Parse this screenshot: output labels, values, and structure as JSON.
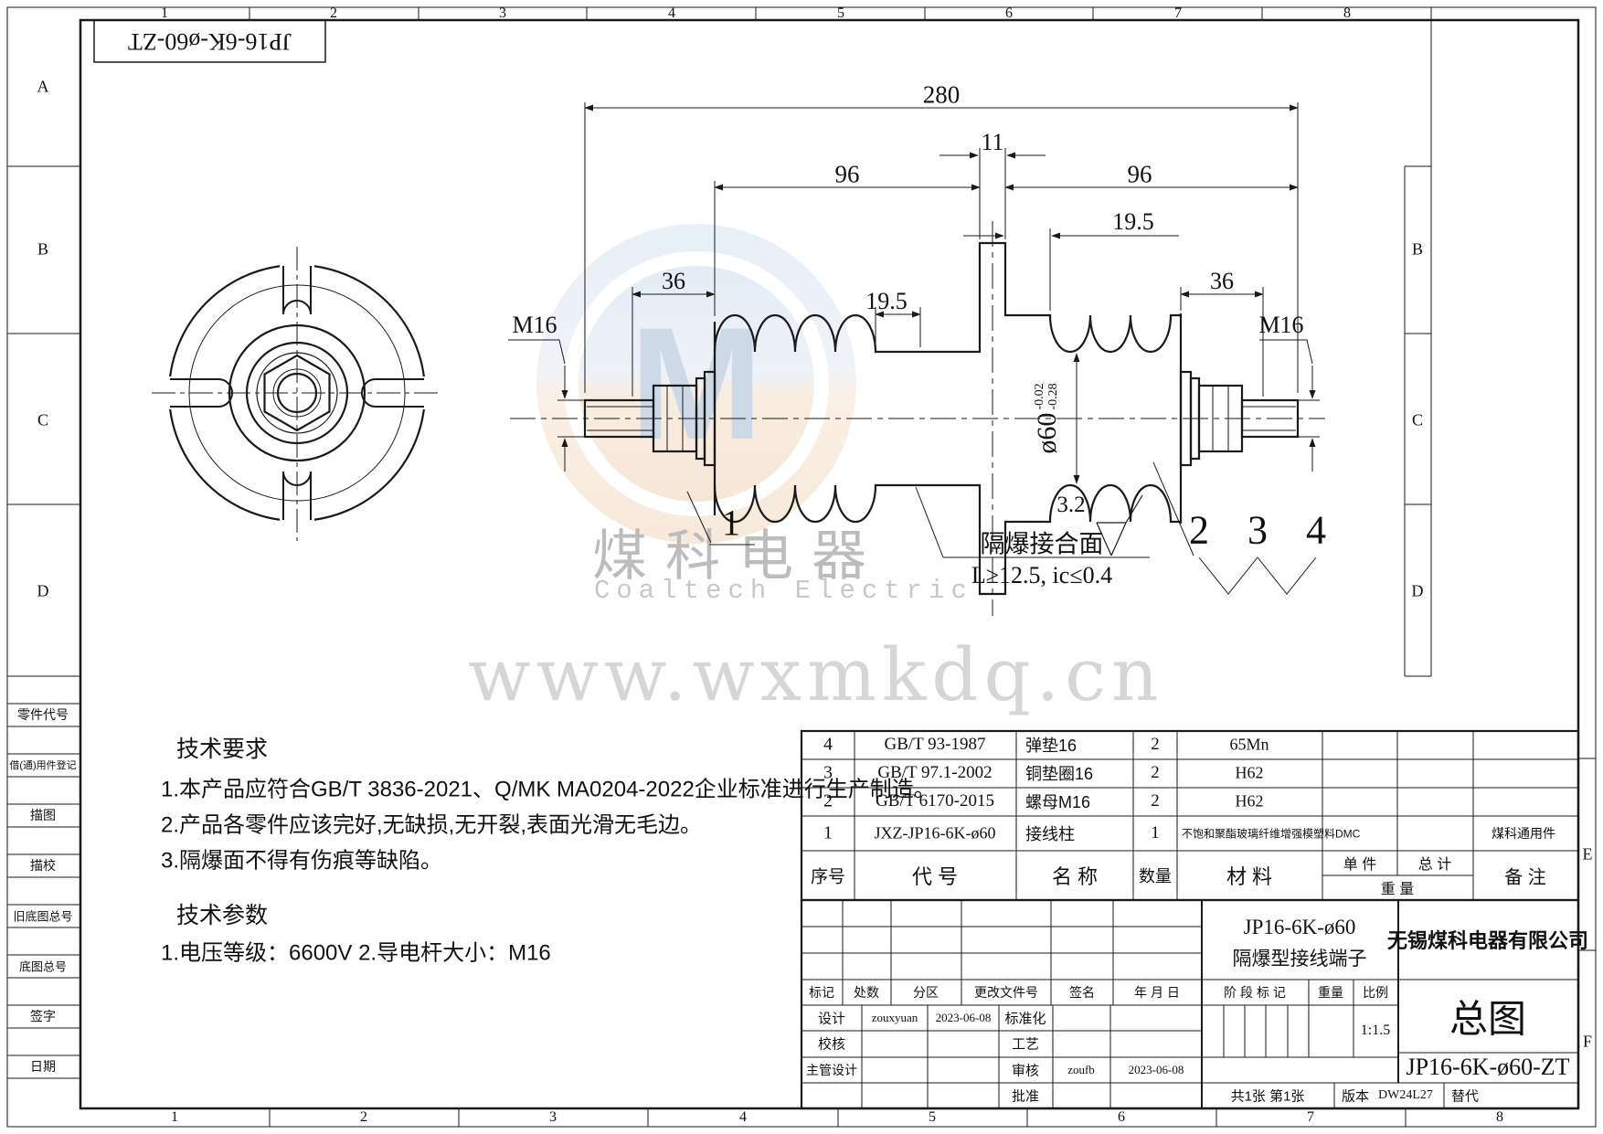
{
  "sheet": {
    "zones_top": [
      "1",
      "2",
      "3",
      "4",
      "5",
      "6",
      "7",
      "8"
    ],
    "zones_bottom": [
      "1",
      "2",
      "3",
      "4",
      "5",
      "6",
      "7",
      "8"
    ],
    "zones_left": [
      "A",
      "B",
      "C",
      "D"
    ],
    "zones_right_mid": [
      "B",
      "C",
      "D"
    ],
    "zones_right_edge": [
      "E",
      "F"
    ],
    "corner_stamp": "JP16-6K-ø60-ZT"
  },
  "margin_labels": [
    "零件代号",
    "借(通)用件登记",
    "描图",
    "描校",
    "旧底图总号",
    "底图总号",
    "签字",
    "日期"
  ],
  "watermark": {
    "logo_letter": "M",
    "cn": "煤科电器",
    "en": "Coaltech Electric",
    "url": "www.wxmkdq.cn"
  },
  "tech_req": {
    "title": "技术要求",
    "item1": "1.本产品应符合GB/T 3836-2021、Q/MK MA0204-2022企业标准进行生产制造。",
    "item2": "2.产品各零件应该完好,无缺损,无开裂,表面光滑无毛边。",
    "item3": "3.隔爆面不得有伤痕等缺陷。"
  },
  "tech_param": {
    "title": "技术参数",
    "line": "1.电压等级：6600V      2.导电杆大小：M16"
  },
  "dims": {
    "overall": "280",
    "flange": "11",
    "left96": "96",
    "right96": "96",
    "left195": "19.5",
    "right195": "19.5",
    "left36": "36",
    "right36": "36",
    "m16_left": "M16",
    "m16_right": "M16",
    "dia": "ø60",
    "tol_up": "-0.02",
    "tol_low": "-0.28",
    "roughness": "3.2",
    "joint": "隔爆接合面",
    "joint_spec": "L≥12.5, ic≤0.4",
    "b1": "1",
    "b2": "2",
    "b3": "3",
    "b4": "4"
  },
  "bom": {
    "h_seq": "序号",
    "h_code": "代      号",
    "h_name": "名      称",
    "h_qty": "数量",
    "h_mat": "材      料",
    "h_unit": "单 件",
    "h_total": "总 计",
    "h_weight": "重    量",
    "h_remark": "备  注",
    "rows": [
      {
        "seq": "4",
        "code": "GB/T 93-1987",
        "name": "弹垫16",
        "qty": "2",
        "mat": "65Mn",
        "remark": ""
      },
      {
        "seq": "3",
        "code": "GB/T 97.1-2002",
        "name": "铜垫圈16",
        "qty": "2",
        "mat": "H62",
        "remark": ""
      },
      {
        "seq": "2",
        "code": "GB/T 6170-2015",
        "name": "螺母M16",
        "qty": "2",
        "mat": "H62",
        "remark": ""
      },
      {
        "seq": "1",
        "code": "JXZ-JP16-6K-ø60",
        "name": "接线柱",
        "qty": "1",
        "mat": "不饱和聚酯玻璃纤维增强模塑料DMC",
        "remark": "煤科通用件"
      }
    ]
  },
  "tb": {
    "mark": "标记",
    "places": "处数",
    "zone": "分区",
    "doc": "更改文件号",
    "sign": "签名",
    "date": "年 月 日",
    "design": "设计",
    "design_name": "zouxyuan",
    "design_date": "2023-06-08",
    "std": "标准化",
    "check": "校核",
    "craft": "工艺",
    "chief": "主管设计",
    "audit": "审核",
    "audit_name": "zoufb",
    "audit_date": "2023-06-08",
    "approve": "批准",
    "stage": "阶 段 标 记",
    "weight": "重量",
    "scale": "比例",
    "scale_val": "1:1.5",
    "sheets": "共1张  第1张",
    "version": "版本",
    "version_val": "DW24L27",
    "replace": "替代",
    "company": "无锡煤科电器有限公司",
    "code": "JP16-6K-ø60",
    "name": "隔爆型接线端子",
    "title": "总图",
    "number": "JP16-6K-ø60-ZT"
  }
}
